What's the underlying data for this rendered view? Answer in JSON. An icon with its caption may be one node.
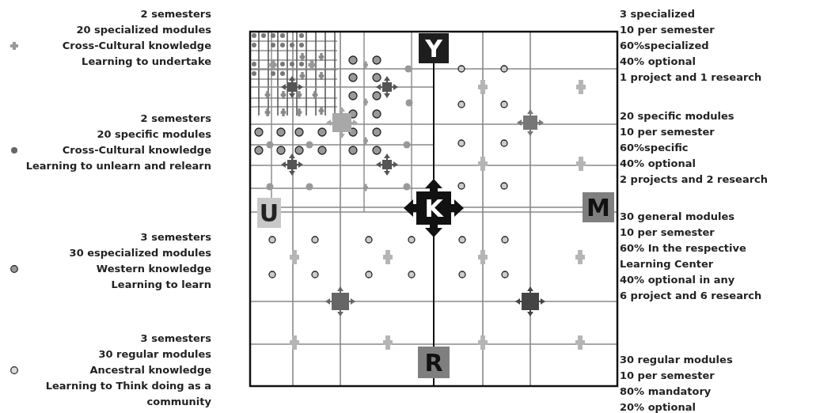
{
  "diagram": {
    "nodes": [
      {
        "text": [
          "Y"
        ]
      },
      {
        "text": [
          "U"
        ]
      },
      {
        "text": [
          "K"
        ]
      },
      {
        "text": [
          "M"
        ]
      },
      {
        "text": [
          "R"
        ]
      }
    ],
    "labels": [
      "2 semesters",
      "20 specialized modules",
      "Learning to undertake",
      "2 semesters",
      "20 specific modules",
      "Learning to unlearn and relearn",
      "3 semesters",
      "30 especialized modules",
      "Learning to learn",
      "3 semesters",
      "30 regular modules",
      "Learning to Think doing as a community",
      "3 specialized",
      "10 per semester",
      "60%specialized",
      "40% optional",
      "1 project and 1 research",
      "20 specific modules",
      "10 per semester",
      "60%specific",
      "40% optional",
      "2 projects and 2 research",
      "30 general modules",
      "10 per semester",
      "60% In the respective Learning Center",
      "40% optional in any",
      "6 project and 6 research",
      "30 regular modules",
      "10 per semester",
      "80% mandatory",
      "20% optional"
    ],
    "legend": [
      {
        "text": "Cross-Cultural knowledge"
      },
      {
        "text": "Cross-Cultural knowledge"
      },
      {
        "text": "Western knowledge"
      },
      {
        "text": "Ancestral knowledge"
      }
    ]
  }
}
